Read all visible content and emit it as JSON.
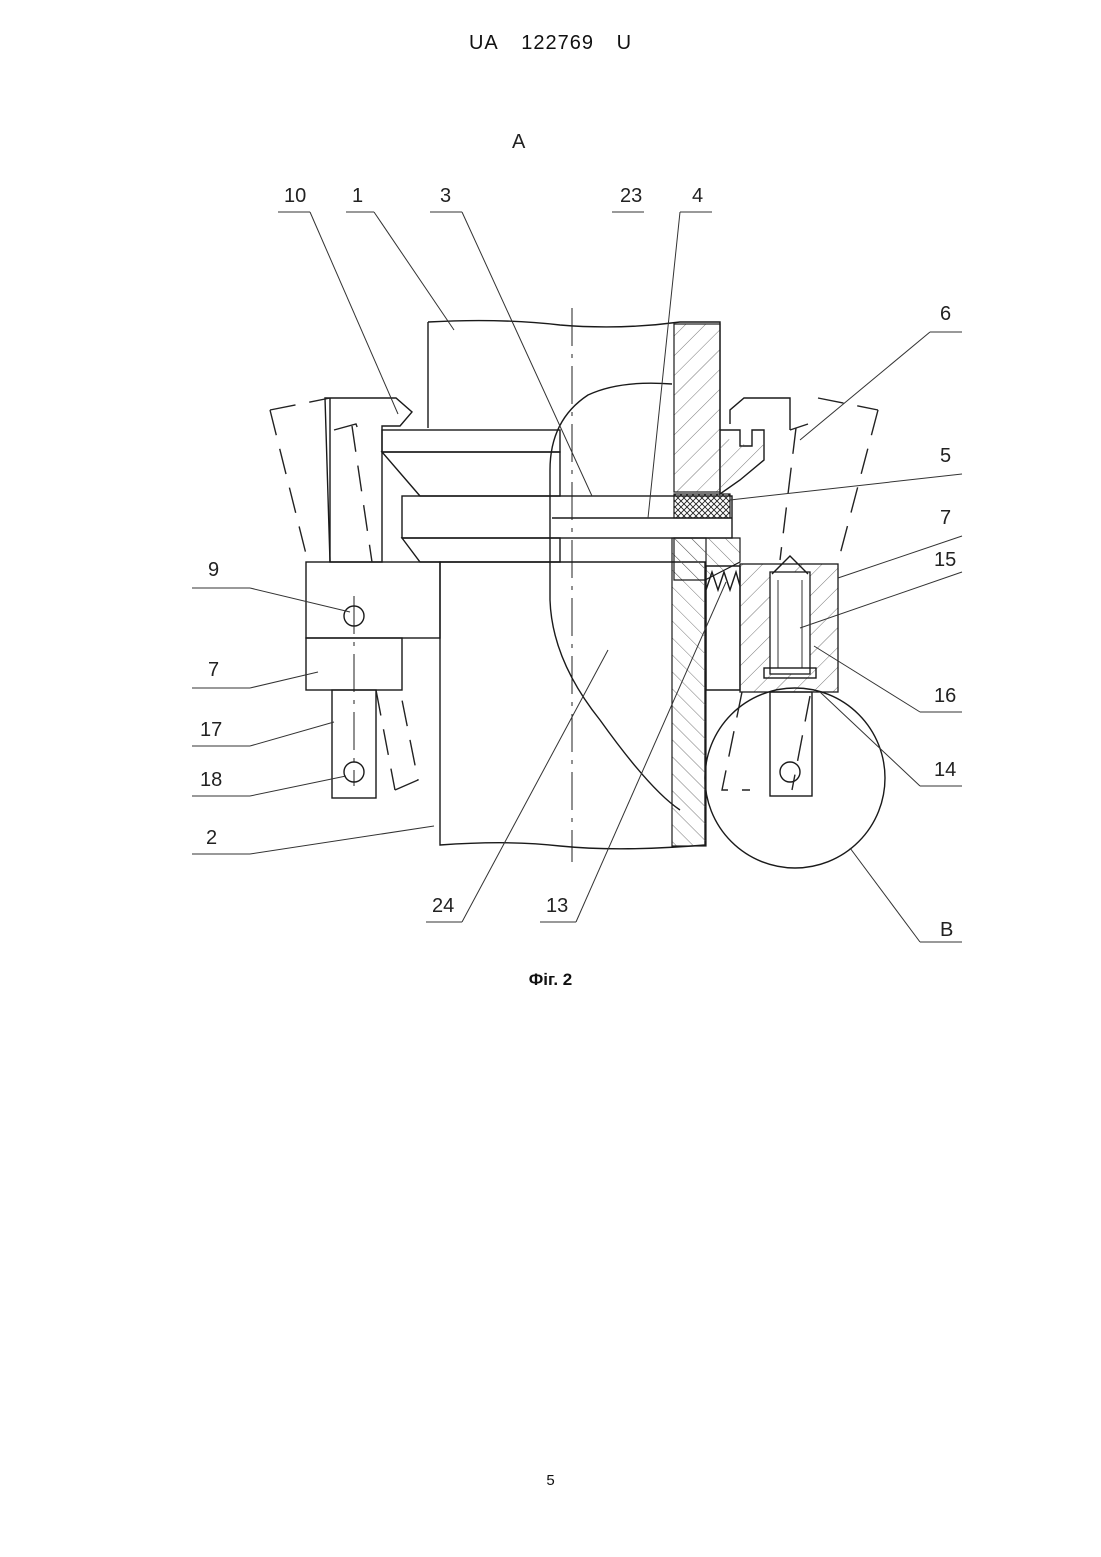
{
  "header": {
    "country": "UA",
    "number": "122769",
    "kind": "U"
  },
  "figure": {
    "view_label": "A",
    "caption": "Фіг. 2",
    "callouts": {
      "c10": "10",
      "c1": "1",
      "c3": "3",
      "c23": "23",
      "c4": "4",
      "c6": "6",
      "c5": "5",
      "c7r": "7",
      "c15": "15",
      "c16": "16",
      "c14": "14",
      "cB": "B",
      "c9": "9",
      "c7l": "7",
      "c17": "17",
      "c18": "18",
      "c2": "2",
      "c24": "24",
      "c13": "13"
    }
  },
  "footer": {
    "page_number": "5"
  }
}
